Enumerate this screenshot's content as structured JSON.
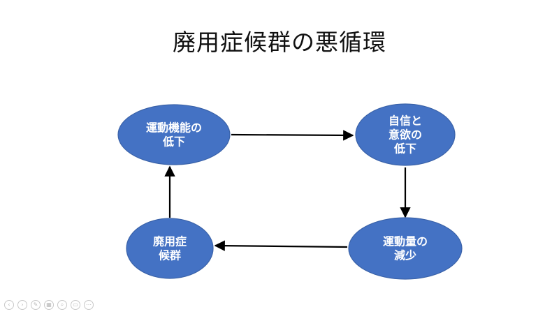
{
  "title": "廃用症候群の悪循環",
  "colors": {
    "node_fill": "#4472C4",
    "node_stroke": "#3A62A8",
    "arrow": "#000000",
    "text": "#ffffff"
  },
  "nodes": [
    {
      "id": "motor",
      "lines": [
        "運動機能の",
        "低下"
      ]
    },
    {
      "id": "confidence",
      "lines": [
        "自信と",
        "意欲の",
        "低下"
      ]
    },
    {
      "id": "activity",
      "lines": [
        "運動量の",
        "減少"
      ]
    },
    {
      "id": "disuse",
      "lines": [
        "廃用症",
        "候群"
      ]
    }
  ],
  "edges": [
    {
      "from": "motor",
      "to": "confidence"
    },
    {
      "from": "confidence",
      "to": "activity"
    },
    {
      "from": "activity",
      "to": "disuse"
    },
    {
      "from": "disuse",
      "to": "motor"
    }
  ],
  "toolbar": [
    {
      "icon": "prev-slide-icon",
      "glyph": "‹"
    },
    {
      "icon": "next-slide-icon",
      "glyph": "›"
    },
    {
      "icon": "pen-icon",
      "glyph": "✎"
    },
    {
      "icon": "slides-grid-icon",
      "glyph": "▦"
    },
    {
      "icon": "zoom-icon",
      "glyph": "⌕"
    },
    {
      "icon": "screen-icon",
      "glyph": "▭"
    },
    {
      "icon": "more-options-icon",
      "glyph": "⋯"
    }
  ]
}
